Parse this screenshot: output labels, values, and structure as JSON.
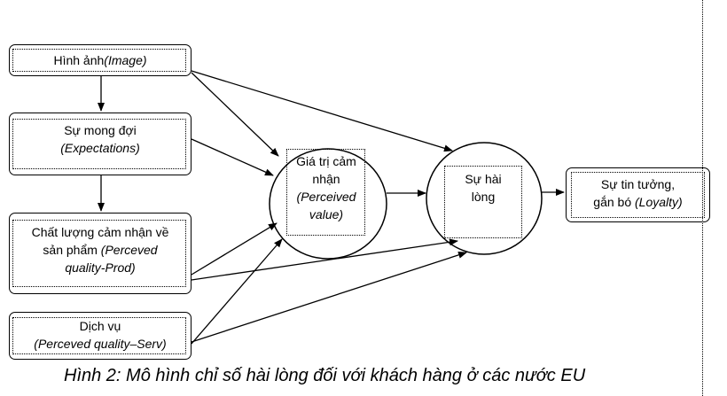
{
  "nodes": {
    "image": {
      "line1": "Hình ảnh",
      "line1_italic": "(Image)"
    },
    "expectations": {
      "line1": "Sự mong đợi",
      "line2_italic": "(Expectations)"
    },
    "quality_prod": {
      "line1": "Chất lượng cảm nhận về",
      "line2": "sản phẩm ",
      "line2_italic": "(Perceved",
      "line3_italic": "quality-Prod)"
    },
    "service": {
      "line1": "Dịch vụ",
      "line2_italic": "(Perceved quality–Serv)"
    },
    "value": {
      "line1": "Giá trị  cảm",
      "line2": "nhận",
      "line3_italic": "(Perceived",
      "line4_italic": "value)"
    },
    "satisfaction": {
      "line1": "Sự hài",
      "line2": "lòng"
    },
    "loyalty": {
      "line1": "Sự tin tưởng,",
      "line2": "gắn bó ",
      "line2_italic": "(Loyalty)"
    }
  },
  "caption": "Hình 2: Mô hình chỉ số hài lòng đối với khách hàng ở các nước EU"
}
